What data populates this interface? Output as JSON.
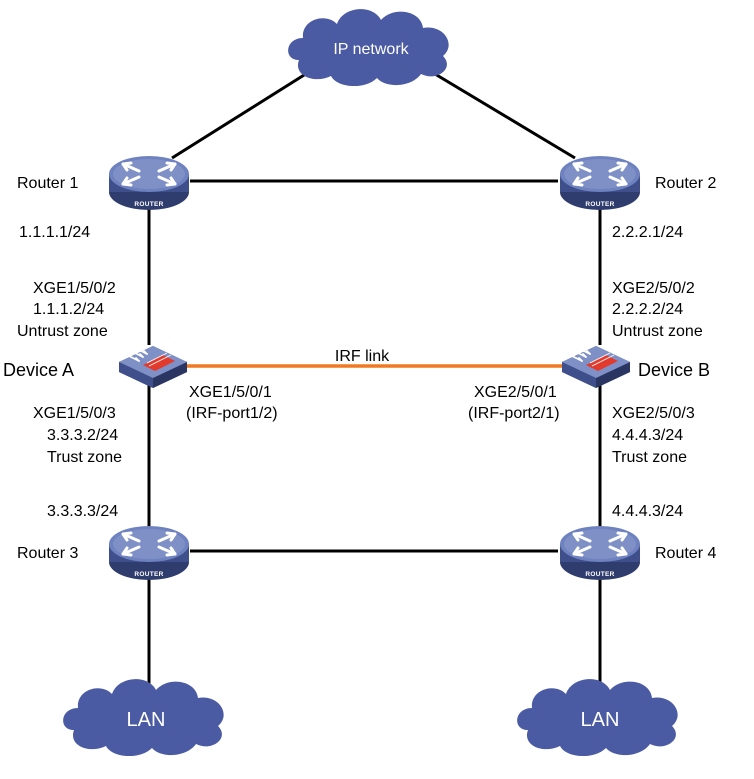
{
  "colors": {
    "device_blue": "#4a5d9d",
    "device_blue_light": "#7f90c6",
    "device_blue_dark": "#2f3c6e",
    "cloud": "#4a5aa3",
    "irf_link": "#f07a22",
    "firewall_red": "#e23b2e",
    "line": "#000000"
  },
  "clouds": {
    "internet": {
      "label": "IP network"
    },
    "lan_left": {
      "label": "LAN"
    },
    "lan_right": {
      "label": "LAN"
    }
  },
  "routers": {
    "r1": {
      "name": "Router 1",
      "tag": "ROUTER"
    },
    "r2": {
      "name": "Router 2",
      "tag": "ROUTER"
    },
    "r3": {
      "name": "Router 3",
      "tag": "ROUTER"
    },
    "r4": {
      "name": "Router 4",
      "tag": "ROUTER"
    }
  },
  "devices": {
    "a": {
      "name": "Device A"
    },
    "b": {
      "name": "Device B"
    }
  },
  "links": {
    "irf_label": "IRF link"
  },
  "interfaces": {
    "r1_ip": "1.1.1.1/24",
    "r2_ip": "2.2.2.1/24",
    "a_up_port": "XGE1/5/0/2",
    "a_up_ip": "1.1.1.2/24",
    "a_up_zone": "Untrust zone",
    "b_up_port": "XGE2/5/0/2",
    "b_up_ip": "2.2.2.2/24",
    "b_up_zone": "Untrust zone",
    "a_irf_port": "XGE1/5/0/1",
    "a_irf_name": "(IRF-port1/2)",
    "b_irf_port": "XGE2/5/0/1",
    "b_irf_name": "(IRF-port2/1)",
    "a_down_port": "XGE1/5/0/3",
    "a_down_ip": "3.3.3.2/24",
    "a_down_zone": "Trust zone",
    "b_down_port": "XGE2/5/0/3",
    "b_down_ip": "4.4.4.3/24",
    "b_down_zone": "Trust zone",
    "r3_ip": "3.3.3.3/24",
    "r4_ip": "4.4.4.3/24"
  }
}
